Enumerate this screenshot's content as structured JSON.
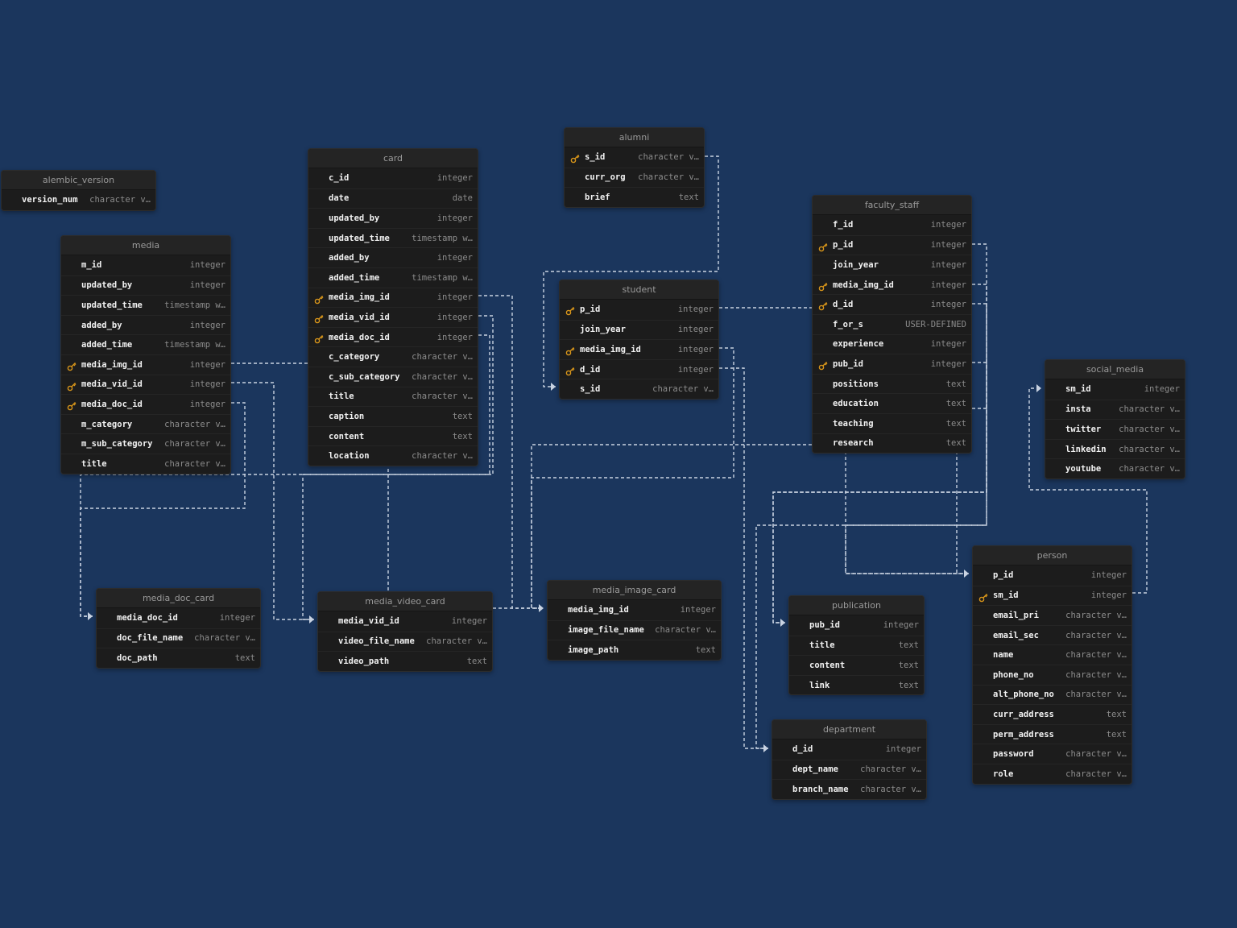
{
  "diagram": {
    "key_color": "#d9961a",
    "tables": [
      {
        "name": "alembic_version",
        "fields": [
          {
            "name": "version_num",
            "type": "character v…"
          }
        ]
      },
      {
        "name": "media",
        "fields": [
          {
            "name": "m_id",
            "type": "integer"
          },
          {
            "name": "updated_by",
            "type": "integer"
          },
          {
            "name": "updated_time",
            "type": "timestamp w…"
          },
          {
            "name": "added_by",
            "type": "integer"
          },
          {
            "name": "added_time",
            "type": "timestamp w…"
          },
          {
            "name": "media_img_id",
            "type": "integer",
            "key": true
          },
          {
            "name": "media_vid_id",
            "type": "integer",
            "key": true
          },
          {
            "name": "media_doc_id",
            "type": "integer",
            "key": true
          },
          {
            "name": "m_category",
            "type": "character v…"
          },
          {
            "name": "m_sub_category",
            "type": "character v…"
          },
          {
            "name": "title",
            "type": "character v…"
          }
        ]
      },
      {
        "name": "card",
        "fields": [
          {
            "name": "c_id",
            "type": "integer"
          },
          {
            "name": "date",
            "type": "date"
          },
          {
            "name": "updated_by",
            "type": "integer"
          },
          {
            "name": "updated_time",
            "type": "timestamp w…"
          },
          {
            "name": "added_by",
            "type": "integer"
          },
          {
            "name": "added_time",
            "type": "timestamp w…"
          },
          {
            "name": "media_img_id",
            "type": "integer",
            "key": true
          },
          {
            "name": "media_vid_id",
            "type": "integer",
            "key": true
          },
          {
            "name": "media_doc_id",
            "type": "integer",
            "key": true
          },
          {
            "name": "c_category",
            "type": "character v…"
          },
          {
            "name": "c_sub_category",
            "type": "character v…"
          },
          {
            "name": "title",
            "type": "character v…"
          },
          {
            "name": "caption",
            "type": "text"
          },
          {
            "name": "content",
            "type": "text"
          },
          {
            "name": "location",
            "type": "character v…"
          }
        ]
      },
      {
        "name": "alumni",
        "fields": [
          {
            "name": "s_id",
            "type": "character v…",
            "key": true
          },
          {
            "name": "curr_org",
            "type": "character v…"
          },
          {
            "name": "brief",
            "type": "text"
          }
        ]
      },
      {
        "name": "student",
        "fields": [
          {
            "name": "p_id",
            "type": "integer",
            "key": true
          },
          {
            "name": "join_year",
            "type": "integer"
          },
          {
            "name": "media_img_id",
            "type": "integer",
            "key": true
          },
          {
            "name": "d_id",
            "type": "integer",
            "key": true
          },
          {
            "name": "s_id",
            "type": "character v…"
          }
        ]
      },
      {
        "name": "faculty_staff",
        "fields": [
          {
            "name": "f_id",
            "type": "integer"
          },
          {
            "name": "p_id",
            "type": "integer",
            "key": true
          },
          {
            "name": "join_year",
            "type": "integer"
          },
          {
            "name": "media_img_id",
            "type": "integer",
            "key": true
          },
          {
            "name": "d_id",
            "type": "integer",
            "key": true
          },
          {
            "name": "f_or_s",
            "type": "USER-DEFINED"
          },
          {
            "name": "experience",
            "type": "integer"
          },
          {
            "name": "pub_id",
            "type": "integer",
            "key": true
          },
          {
            "name": "positions",
            "type": "text"
          },
          {
            "name": "education",
            "type": "text"
          },
          {
            "name": "teaching",
            "type": "text"
          },
          {
            "name": "research",
            "type": "text"
          }
        ]
      },
      {
        "name": "social_media",
        "fields": [
          {
            "name": "sm_id",
            "type": "integer"
          },
          {
            "name": "insta",
            "type": "character v…"
          },
          {
            "name": "twitter",
            "type": "character v…"
          },
          {
            "name": "linkedin",
            "type": "character v…"
          },
          {
            "name": "youtube",
            "type": "character v…"
          }
        ]
      },
      {
        "name": "media_doc_card",
        "fields": [
          {
            "name": "media_doc_id",
            "type": "integer"
          },
          {
            "name": "doc_file_name",
            "type": "character v…"
          },
          {
            "name": "doc_path",
            "type": "text"
          }
        ]
      },
      {
        "name": "media_video_card",
        "fields": [
          {
            "name": "media_vid_id",
            "type": "integer"
          },
          {
            "name": "video_file_name",
            "type": "character v…"
          },
          {
            "name": "video_path",
            "type": "text"
          }
        ]
      },
      {
        "name": "media_image_card",
        "fields": [
          {
            "name": "media_img_id",
            "type": "integer"
          },
          {
            "name": "image_file_name",
            "type": "character v…"
          },
          {
            "name": "image_path",
            "type": "text"
          }
        ]
      },
      {
        "name": "publication",
        "fields": [
          {
            "name": "pub_id",
            "type": "integer"
          },
          {
            "name": "title",
            "type": "text"
          },
          {
            "name": "content",
            "type": "text"
          },
          {
            "name": "link",
            "type": "text"
          }
        ]
      },
      {
        "name": "department",
        "fields": [
          {
            "name": "d_id",
            "type": "integer"
          },
          {
            "name": "dept_name",
            "type": "character v…"
          },
          {
            "name": "branch_name",
            "type": "character v…"
          }
        ]
      },
      {
        "name": "person",
        "fields": [
          {
            "name": "p_id",
            "type": "integer"
          },
          {
            "name": "sm_id",
            "type": "integer",
            "key": true
          },
          {
            "name": "email_pri",
            "type": "character v…"
          },
          {
            "name": "email_sec",
            "type": "character v…"
          },
          {
            "name": "name",
            "type": "character v…"
          },
          {
            "name": "phone_no",
            "type": "character v…"
          },
          {
            "name": "alt_phone_no",
            "type": "character v…"
          },
          {
            "name": "curr_address",
            "type": "text"
          },
          {
            "name": "perm_address",
            "type": "text"
          },
          {
            "name": "password",
            "type": "character v…"
          },
          {
            "name": "role",
            "type": "character v…"
          }
        ]
      }
    ],
    "relations": [
      {
        "from": "media.media_img_id",
        "to": "media_image_card.media_img_id"
      },
      {
        "from": "media.media_vid_id",
        "to": "media_video_card.media_vid_id"
      },
      {
        "from": "media.media_doc_id",
        "to": "media_doc_card.media_doc_id"
      },
      {
        "from": "card.media_img_id",
        "to": "media_image_card.media_img_id"
      },
      {
        "from": "card.media_vid_id",
        "to": "media_video_card.media_vid_id"
      },
      {
        "from": "card.media_doc_id",
        "to": "media_doc_card.media_doc_id"
      },
      {
        "from": "alumni.s_id",
        "to": "student.s_id"
      },
      {
        "from": "student.p_id",
        "to": "person.p_id"
      },
      {
        "from": "student.media_img_id",
        "to": "media_image_card.media_img_id"
      },
      {
        "from": "student.d_id",
        "to": "department.d_id"
      },
      {
        "from": "faculty_staff.p_id",
        "to": "person.p_id"
      },
      {
        "from": "faculty_staff.media_img_id",
        "to": "media_image_card.media_img_id"
      },
      {
        "from": "faculty_staff.d_id",
        "to": "department.d_id"
      },
      {
        "from": "faculty_staff.pub_id",
        "to": "publication.pub_id"
      },
      {
        "from": "person.sm_id",
        "to": "social_media.sm_id"
      }
    ]
  }
}
